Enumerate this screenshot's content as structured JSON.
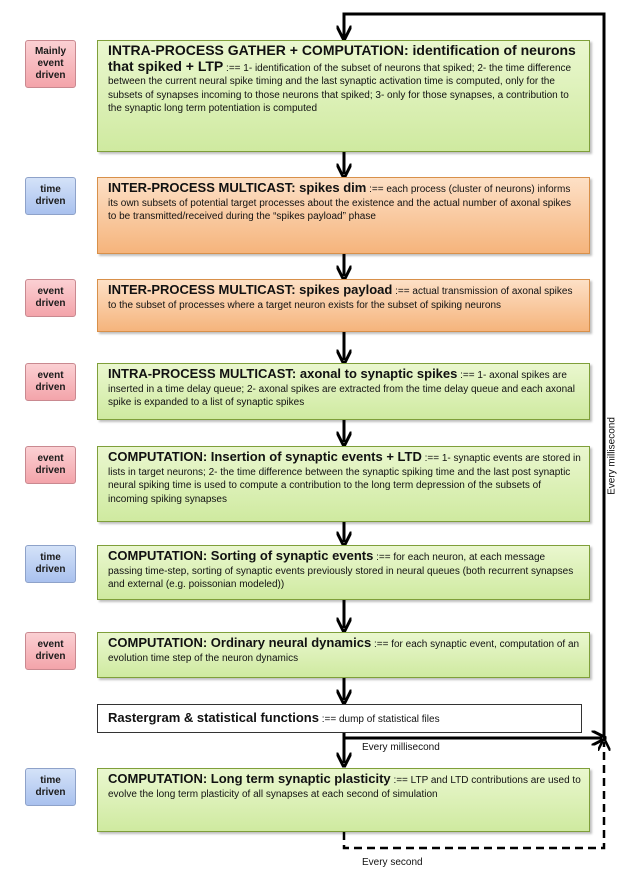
{
  "tags": [
    {
      "lines": [
        "Mainly",
        "event",
        "driven"
      ],
      "kind": "event"
    },
    {
      "lines": [
        "time",
        "driven"
      ],
      "kind": "time"
    },
    {
      "lines": [
        "event",
        "driven"
      ],
      "kind": "event"
    },
    {
      "lines": [
        "event",
        "driven"
      ],
      "kind": "event"
    },
    {
      "lines": [
        "event",
        "driven"
      ],
      "kind": "event"
    },
    {
      "lines": [
        "time",
        "driven"
      ],
      "kind": "time"
    },
    {
      "lines": [
        "event",
        "driven"
      ],
      "kind": "event"
    },
    {
      "lines": [
        "time",
        "driven"
      ],
      "kind": "time"
    }
  ],
  "boxes": [
    {
      "title": "INTRA-PROCESS GATHER + COMPUTATION: identification of neurons that spiked + LTP",
      "desc": ":== 1- identification of the subset of neurons that spiked; 2- the time difference between the current neural spike timing and the last synaptic activation time is computed, only for the subsets of synapses incoming to those neurons that spiked; 3- only for those synapses, a contribution to the synaptic long term potentiation is computed"
    },
    {
      "title": "INTER-PROCESS MULTICAST: spikes dim",
      "desc": ":== each process (cluster of neurons) informs its own subsets of potential target processes about the existence and the actual number of axonal spikes to be transmitted/received during the “spikes payload” phase"
    },
    {
      "title": "INTER-PROCESS MULTICAST: spikes payload",
      "desc": ":== actual transmission of axonal spikes to the subset of processes where a target neuron exists for the subset of spiking neurons"
    },
    {
      "title": "INTRA-PROCESS MULTICAST: axonal to synaptic spikes",
      "desc": ":== 1- axonal spikes are inserted in a time delay queue; 2- axonal spikes are extracted from the time delay queue and each axonal spike is expanded to a list of synaptic spikes"
    },
    {
      "title": "COMPUTATION: Insertion of synaptic events + LTD",
      "desc": ":== 1- synaptic events are stored in lists in target neurons; 2- the time difference between the synaptic spiking time and the last post synaptic neural spiking time is used to compute a contribution to the long term depression of the subsets of incoming spiking synapses"
    },
    {
      "title": "COMPUTATION: Sorting of synaptic events",
      "desc": ":== for each neuron, at each message passing time-step, sorting of synaptic events previously stored in neural queues (both recurrent synapses and external (e.g. poissonian modeled))"
    },
    {
      "title": "COMPUTATION: Ordinary neural dynamics",
      "desc": ":== for each synaptic event, computation of an evolution time step of the neuron dynamics"
    },
    {
      "title": "Rastergram & statistical functions",
      "desc": ":== dump of statistical files"
    },
    {
      "title": "COMPUTATION: Long term synaptic plasticity",
      "desc": ":== LTP and LTD contributions are used to evolve the long term plasticity of all synapses at each second of simulation"
    }
  ],
  "labels": {
    "every_ms_vertical": "Every millisecond",
    "every_ms_horizontal": "Every millisecond",
    "every_second": "Every second"
  },
  "colors": {
    "event_tag": "#f3a4aa",
    "time_tag": "#a9c1ee",
    "green_box": "#cfeaa0",
    "orange_box": "#f5b47c",
    "arrow": "#000000"
  }
}
